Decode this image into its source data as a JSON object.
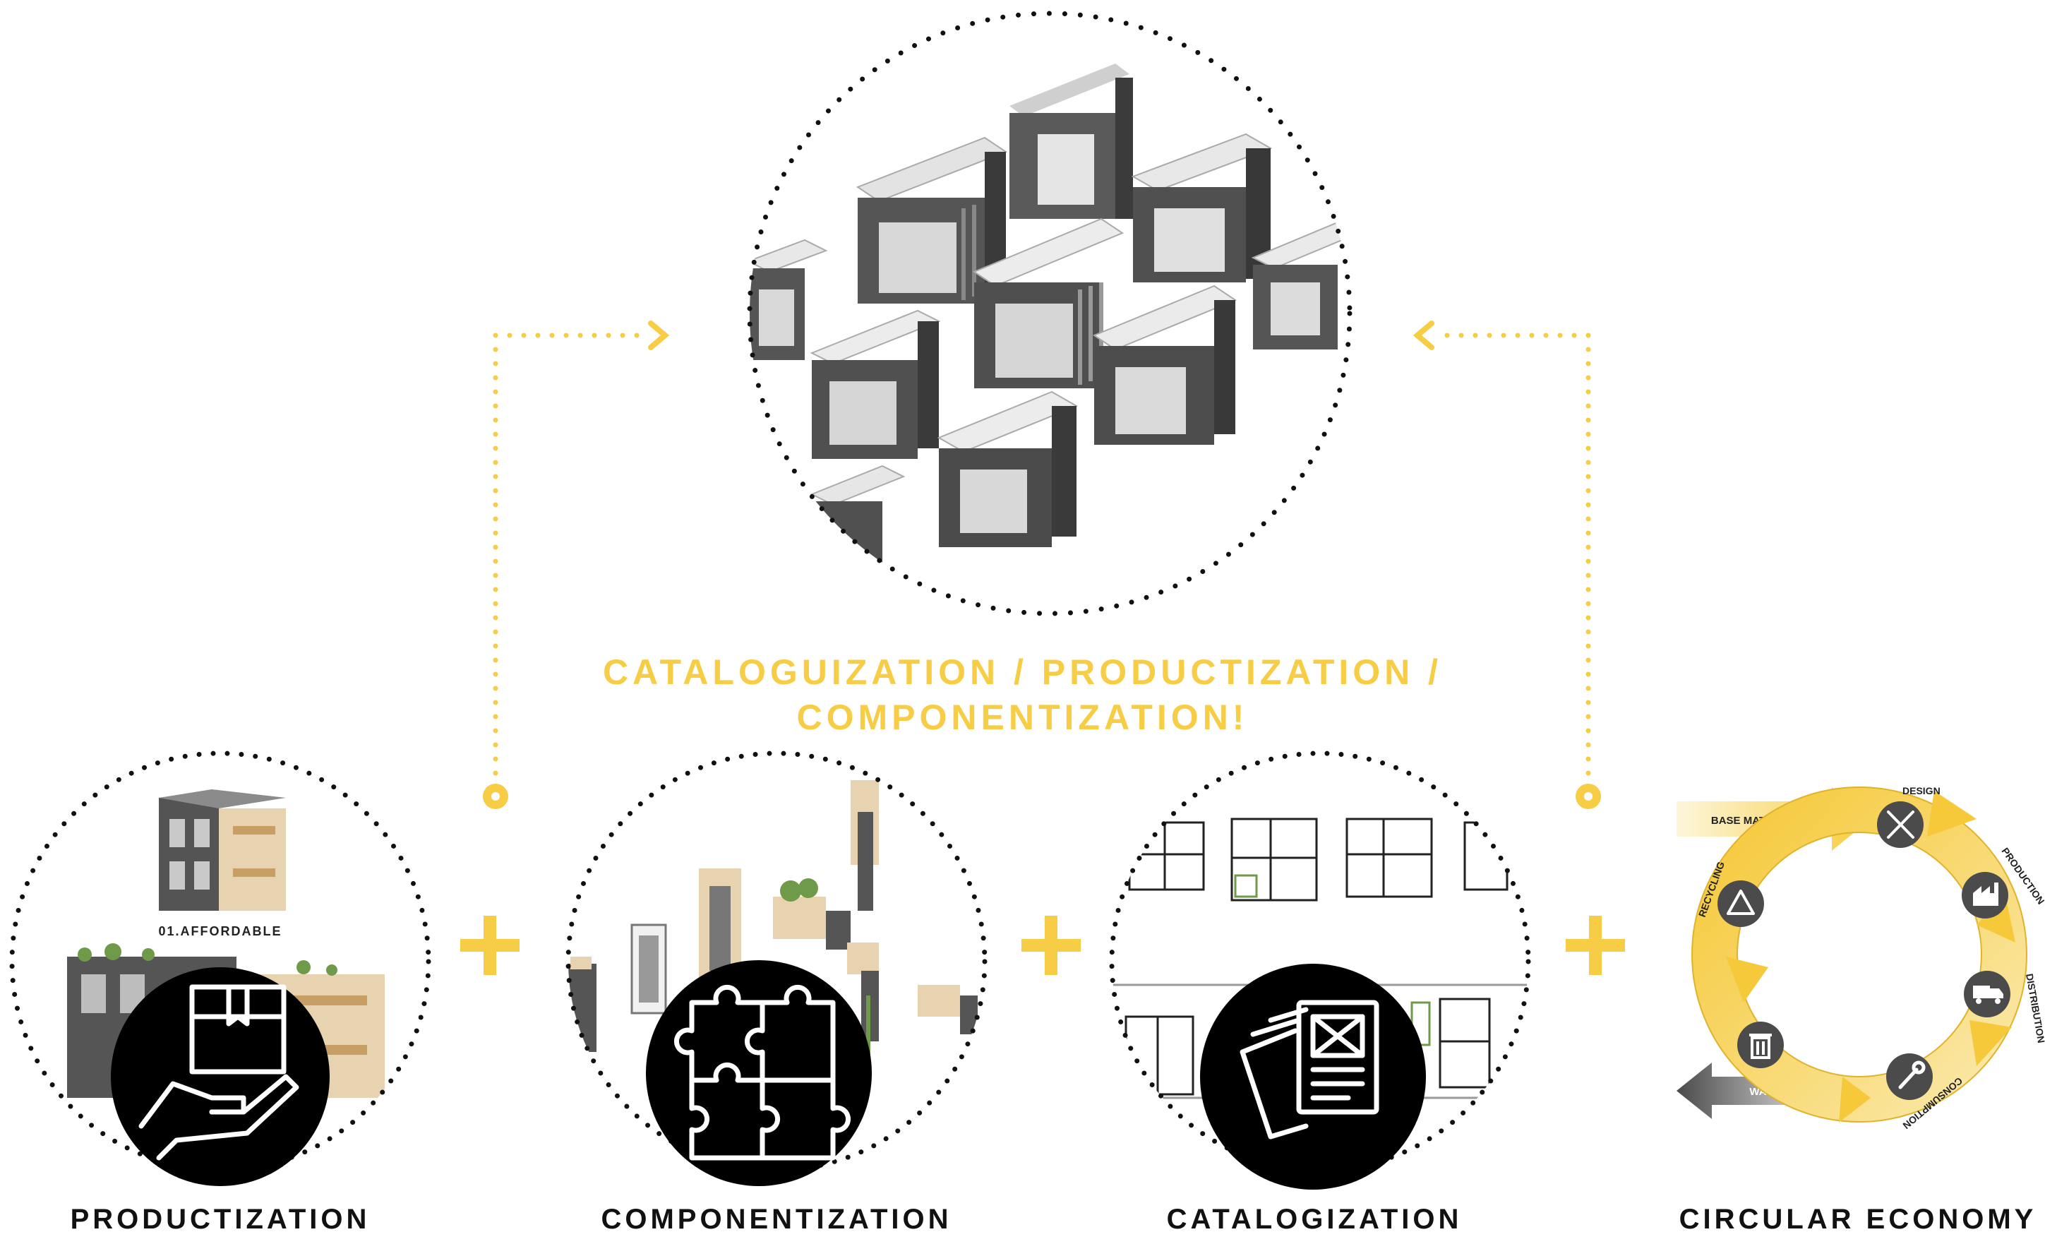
{
  "headline": {
    "line1": "CATALOGUIZATION / PRODUCTIZATION /",
    "line2": "COMPONENTIZATION!"
  },
  "captions": {
    "productization": "PRODUCTIZATION",
    "componentization": "COMPONENTIZATION",
    "catalogization": "CATALOGIZATION",
    "circular_economy": "CIRCULAR ECONOMY"
  },
  "productization_label": "01.AFFORDABLE",
  "circular": {
    "base_material": "BASE MATERIAL",
    "design": "DESIGN",
    "production": "PRODUCTION",
    "distribution": "DISTRIBUTION",
    "consumption": "CONSUMPTION",
    "recycling": "RECYCLING",
    "waste": "WASTE"
  },
  "colors": {
    "accent": "#f7cd45",
    "black": "#000000",
    "module_dark": "#4a4a4a",
    "module_light": "#e9e9e9"
  },
  "icons": [
    "box-in-hand-icon",
    "puzzle-icon",
    "catalog-sheets-icon",
    "drafting-tools-icon",
    "factory-icon",
    "delivery-truck-icon",
    "wrench-icon",
    "trash-can-icon",
    "recycle-icon"
  ]
}
